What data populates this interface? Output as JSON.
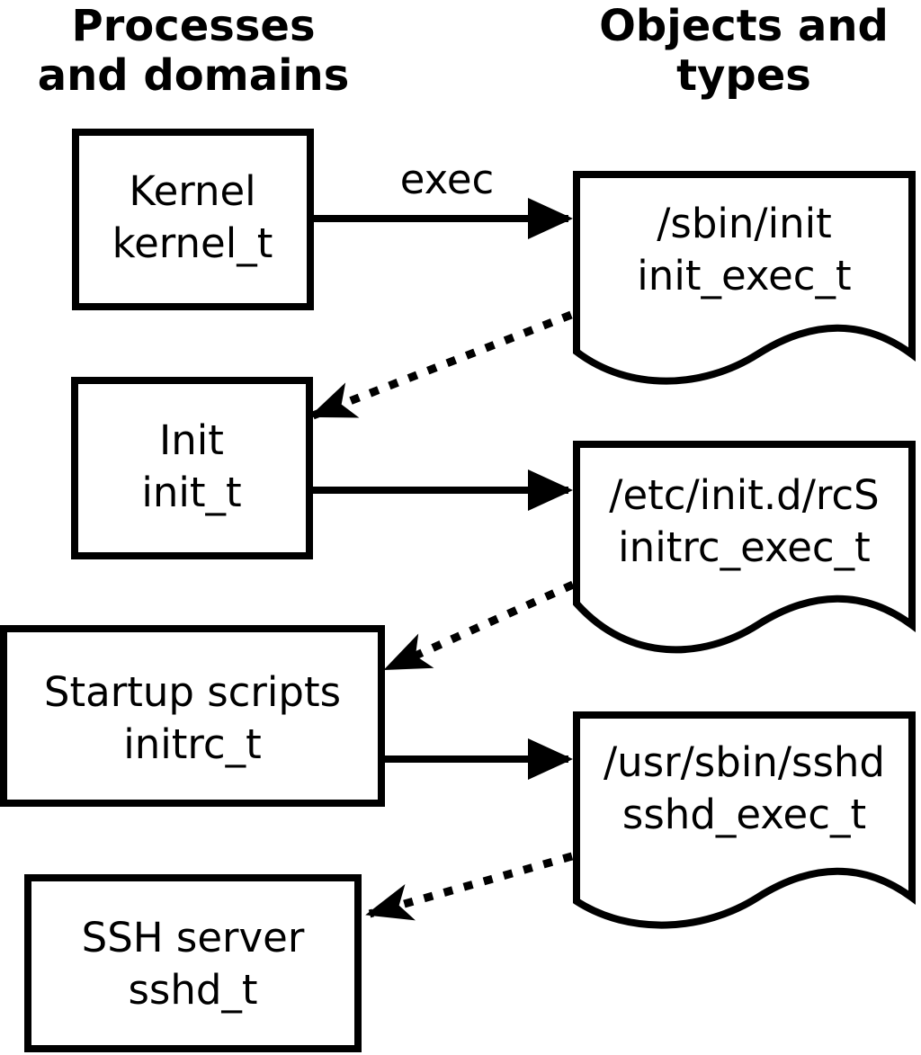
{
  "titles": {
    "left": {
      "line1": "Processes",
      "line2": "and domains"
    },
    "right": {
      "line1": "Objects and",
      "line2": "types"
    }
  },
  "arrow_label": "exec",
  "processes": [
    {
      "name": "Kernel",
      "type": "kernel_t"
    },
    {
      "name": "Init",
      "type": "init_t"
    },
    {
      "name": "Startup scripts",
      "type": "initrc_t"
    },
    {
      "name": "SSH server",
      "type": "sshd_t"
    }
  ],
  "objects": [
    {
      "path": "/sbin/init",
      "type": "init_exec_t"
    },
    {
      "path": "/etc/init.d/rcS",
      "type": "initrc_exec_t"
    },
    {
      "path": "/usr/sbin/sshd",
      "type": "sshd_exec_t"
    }
  ],
  "colors": {
    "ink": "#000000",
    "background": "#ffffff"
  }
}
